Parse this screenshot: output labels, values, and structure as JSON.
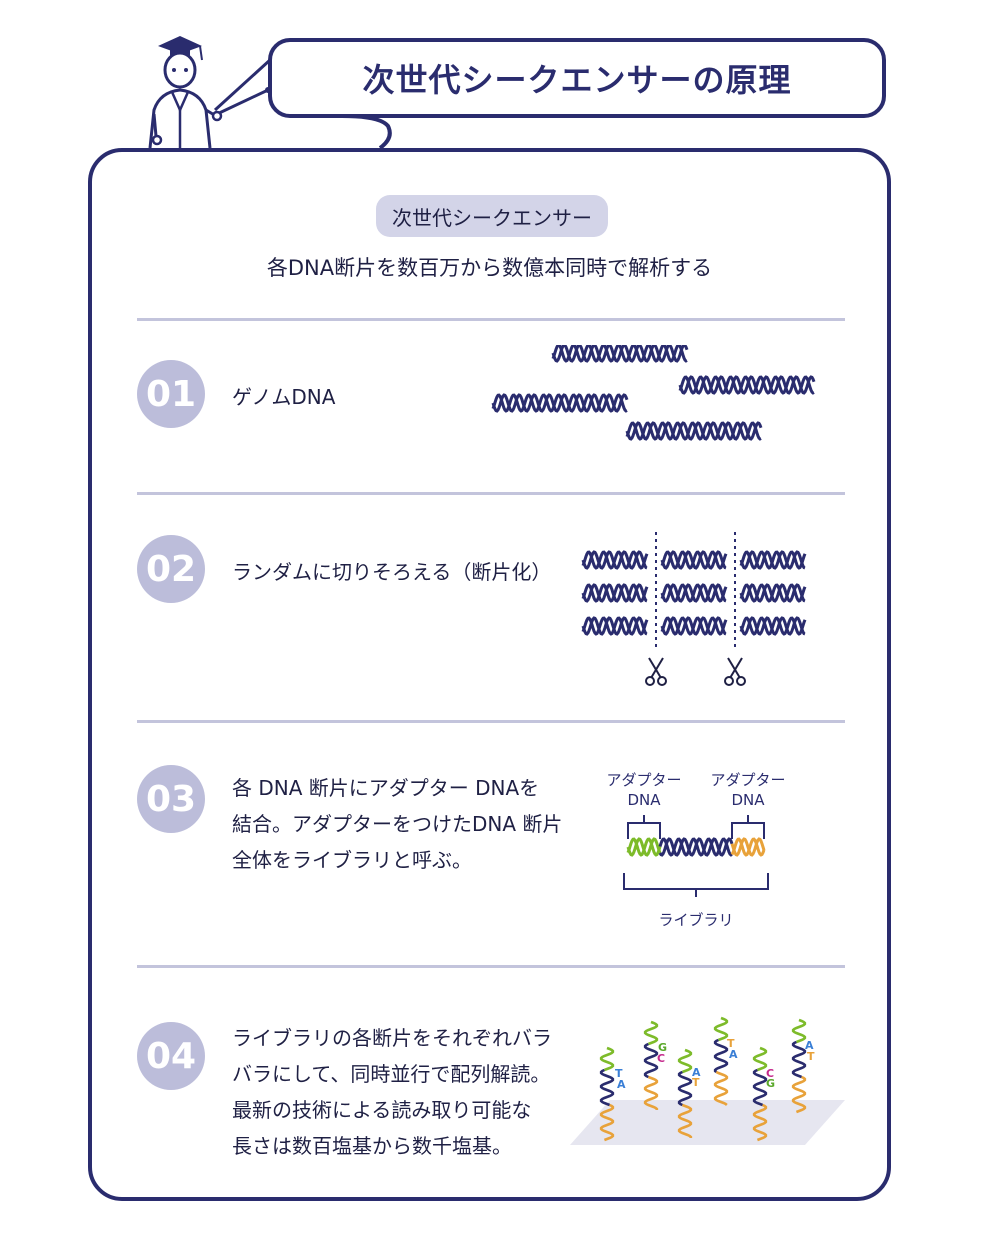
{
  "title": "次世代シークエンサーの原理",
  "subtitle": "次世代シークエンサー",
  "subtitle_description": "各DNA断片を数百万から数億本同時で解析する",
  "steps": [
    {
      "number": "01",
      "text": "ゲノムDNA"
    },
    {
      "number": "02",
      "text": "ランダムに切りそろえる（断片化）"
    },
    {
      "number": "03",
      "text": "各 DNA 断片にアダプター DNAを\n結合。アダプターをつけたDNA 断片\n全体をライブラリと呼ぶ。"
    },
    {
      "number": "04",
      "text": "ライブラリの各断片をそれぞれバラ\nバラにして、同時並行で配列解読。\n最新の技術による読み取り可能な\n長さは数百塩基から数千塩基。"
    }
  ],
  "diagram_labels": {
    "adapter_left_line1": "アダプター",
    "adapter_left_line2": "DNA",
    "adapter_right_line1": "アダプター",
    "adapter_right_line2": "DNA",
    "library": "ライブラリ"
  },
  "bases": {
    "b1a": "T",
    "b1b": "A",
    "b2a": "G",
    "b2b": "C",
    "b3a": "A",
    "b3b": "T",
    "b4a": "T",
    "b4b": "A",
    "b5a": "C",
    "b5b": "G",
    "b6a": "A",
    "b6b": "T"
  },
  "colors": {
    "navy": "#2a2c6e",
    "green": "#7dbb2a",
    "orange": "#e8a23a",
    "circle": "#bcbdda",
    "badge": "#d3d4e8",
    "base_blue": "#3a7fd6",
    "base_magenta": "#c52a8c",
    "base_orange": "#e8a23a",
    "base_green": "#5aa82a"
  }
}
